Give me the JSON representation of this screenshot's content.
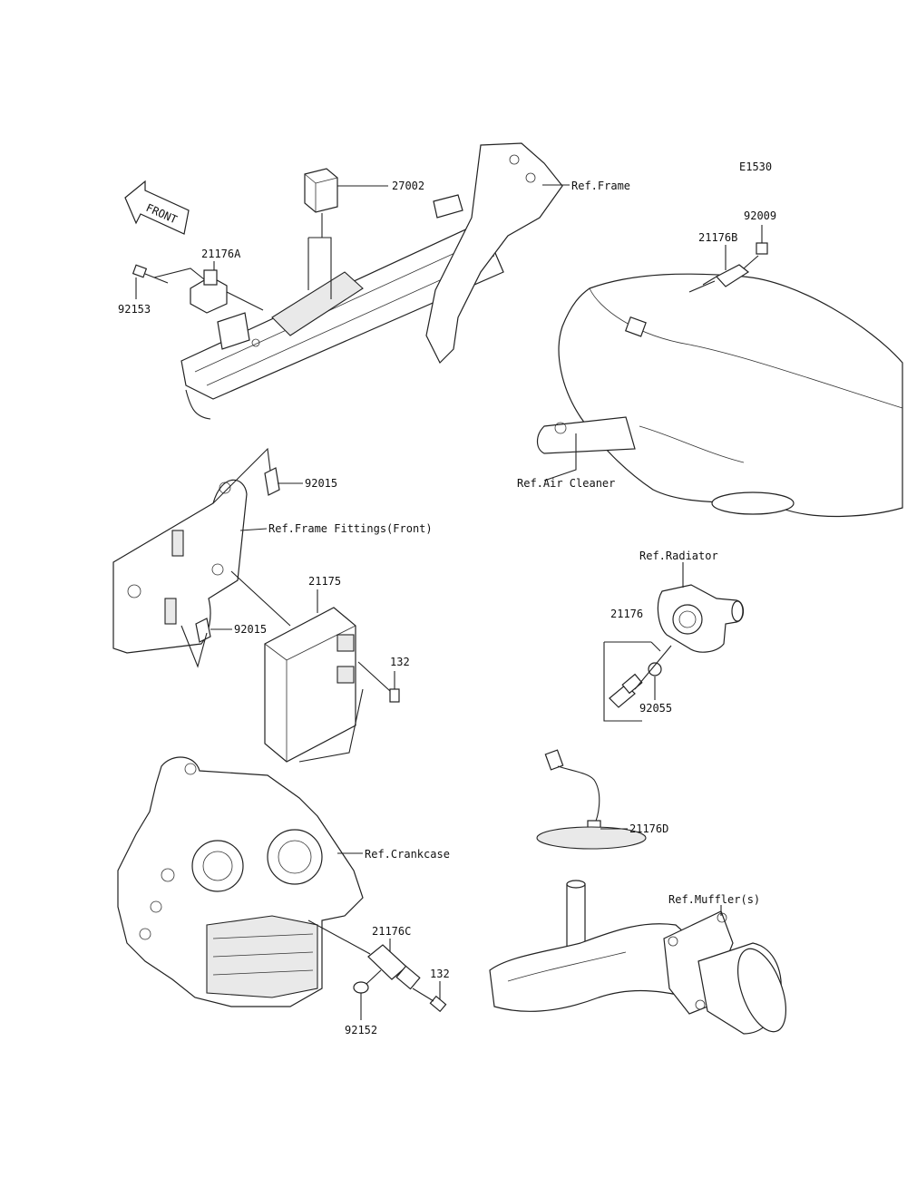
{
  "diagram_code": "E1530",
  "front_arrow_text": "FRONT",
  "labels": {
    "p27002": "27002",
    "ref_frame": "Ref.Frame",
    "p21176A": "21176A",
    "p92153": "92153",
    "p92009": "92009",
    "p21176B": "21176B",
    "ref_air_cleaner": "Ref.Air Cleaner",
    "p92015_top": "92015",
    "ref_frame_fittings": "Ref.Frame Fittings(Front)",
    "p21175": "21175",
    "p92015_bottom": "92015",
    "p132_top": "132",
    "ref_radiator": "Ref.Radiator",
    "p21176": "21176",
    "p92055": "92055",
    "ref_crankcase": "Ref.Crankcase",
    "p21176D": "21176D",
    "ref_muffler": "Ref.Muffler(s)",
    "p21176C": "21176C",
    "p132_bottom": "132",
    "p92152": "92152"
  }
}
